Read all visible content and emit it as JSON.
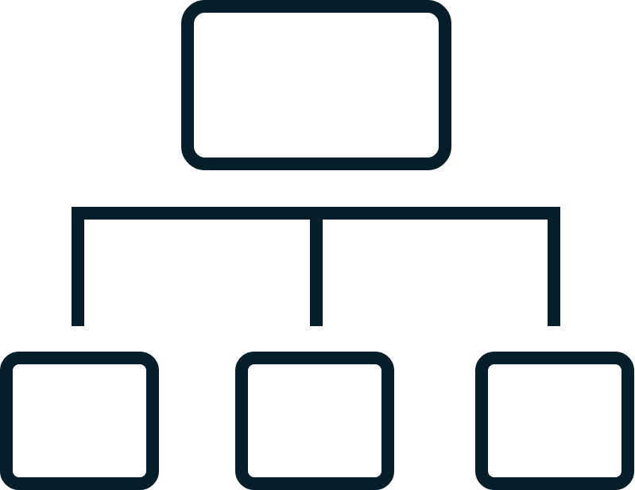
{
  "diagram": {
    "icon": "org-chart-icon",
    "stroke_color": "#041e2a",
    "background_color": "#ffffff",
    "nodes": [
      {
        "id": "root",
        "level": 0,
        "label": ""
      },
      {
        "id": "child-left",
        "level": 1,
        "parent": "root",
        "label": ""
      },
      {
        "id": "child-center",
        "level": 1,
        "parent": "root",
        "label": ""
      },
      {
        "id": "child-right",
        "level": 1,
        "parent": "root",
        "label": ""
      }
    ],
    "edges": [
      {
        "from": "root",
        "to": "child-left"
      },
      {
        "from": "root",
        "to": "child-center"
      },
      {
        "from": "root",
        "to": "child-right"
      }
    ]
  }
}
